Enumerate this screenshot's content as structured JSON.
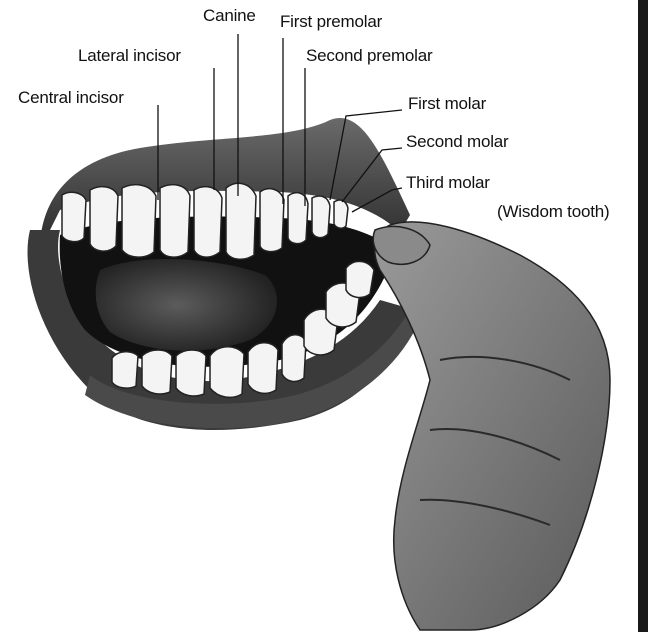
{
  "labels": {
    "canine": "Canine",
    "first_premolar": "First premolar",
    "lateral_incisor": "Lateral incisor",
    "second_premolar": "Second premolar",
    "central_incisor": "Central incisor",
    "first_molar": "First molar",
    "second_molar": "Second molar",
    "third_molar": "Third molar",
    "wisdom_tooth": "(Wisdom tooth)"
  }
}
